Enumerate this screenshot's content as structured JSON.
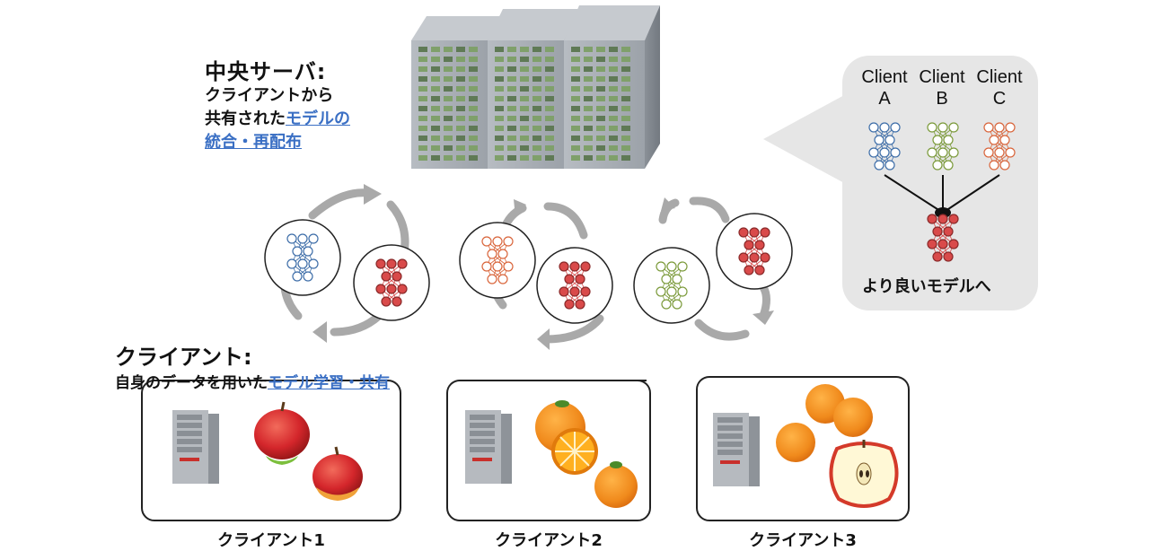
{
  "server": {
    "title": "中央サーバ:",
    "desc_line1": "クライアントから",
    "desc_line2_prefix": "共有された",
    "desc_line2_link": "モデルの",
    "desc_line3_link": "統合・再配布"
  },
  "client_section": {
    "title": "クライアント:",
    "desc_prefix": "自身のデータを用いた",
    "desc_link": "モデル学習・共有"
  },
  "clients": [
    {
      "label": "クライアント1"
    },
    {
      "label": "クライアント2"
    },
    {
      "label": "クライアント3"
    }
  ],
  "bubble": {
    "clients": [
      {
        "line1": "Client",
        "line2": "A",
        "color": "#3d6da8"
      },
      {
        "line1": "Client",
        "line2": "B",
        "color": "#7b9a3a"
      },
      {
        "line1": "Client",
        "line2": "C",
        "color": "#d9653b"
      }
    ],
    "result_label": "より良いモデルへ",
    "result_color": "#d94a4a"
  },
  "colors": {
    "link": "#3a6fc4",
    "server_body": "#9ea4ab",
    "arrow": "#a9a9a9",
    "bubble_bg": "#e6e6e6"
  },
  "icons": [
    "server-rack-icon",
    "tower-server-icon",
    "neural-network-icon",
    "apple-icon",
    "orange-icon",
    "cycle-arrow-icon"
  ]
}
